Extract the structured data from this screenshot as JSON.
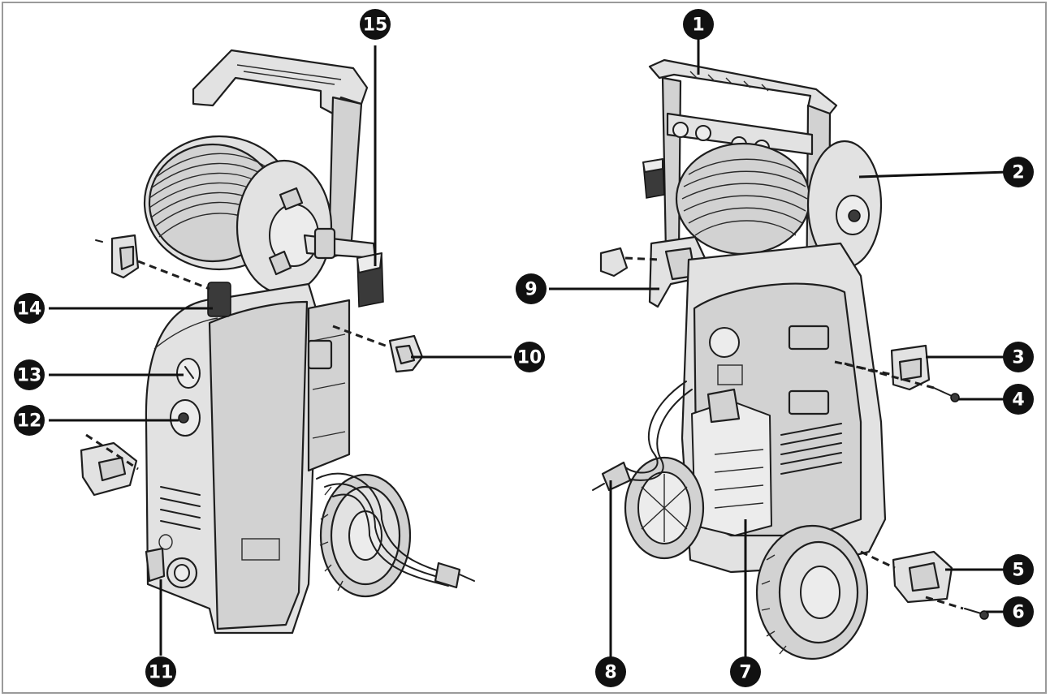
{
  "callouts": [
    {
      "id": "1",
      "label": "1"
    },
    {
      "id": "2",
      "label": "2"
    },
    {
      "id": "3",
      "label": "3"
    },
    {
      "id": "4",
      "label": "4"
    },
    {
      "id": "5",
      "label": "5"
    },
    {
      "id": "6",
      "label": "6"
    },
    {
      "id": "7",
      "label": "7"
    },
    {
      "id": "8",
      "label": "8"
    },
    {
      "id": "9",
      "label": "9"
    },
    {
      "id": "10",
      "label": "10"
    },
    {
      "id": "11",
      "label": "11"
    },
    {
      "id": "12",
      "label": "12"
    },
    {
      "id": "13",
      "label": "13"
    },
    {
      "id": "14",
      "label": "14"
    },
    {
      "id": "15",
      "label": "15"
    }
  ],
  "colors": {
    "badge_fill": "#111111",
    "badge_text": "#ffffff",
    "line_art": "#1e1e1e",
    "part_fill": "#e2e2e2"
  }
}
